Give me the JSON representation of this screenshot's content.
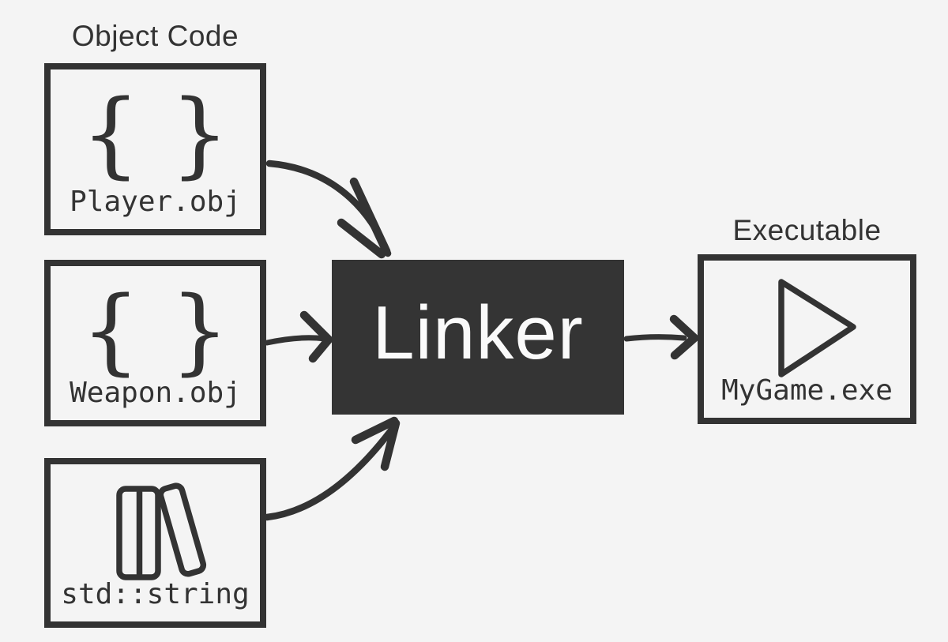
{
  "colors": {
    "background": "#f4f4f4",
    "ink": "#333333",
    "linker-fill": "#343434",
    "linker-text": "#fafafa"
  },
  "diagram": {
    "object_code_group_label": "Object Code",
    "object_files": [
      {
        "kind": "object-file",
        "icon": "curly-braces-icon",
        "braces": "{ }",
        "label": "Player.obj"
      },
      {
        "kind": "object-file",
        "icon": "curly-braces-icon",
        "braces": "{ }",
        "label": "Weapon.obj"
      },
      {
        "kind": "library",
        "icon": "library-books-icon",
        "label": "std::string"
      }
    ],
    "linker_label": "Linker",
    "executable_group_label": "Executable",
    "executable": {
      "icon": "play-icon",
      "label": "MyGame.exe"
    }
  }
}
